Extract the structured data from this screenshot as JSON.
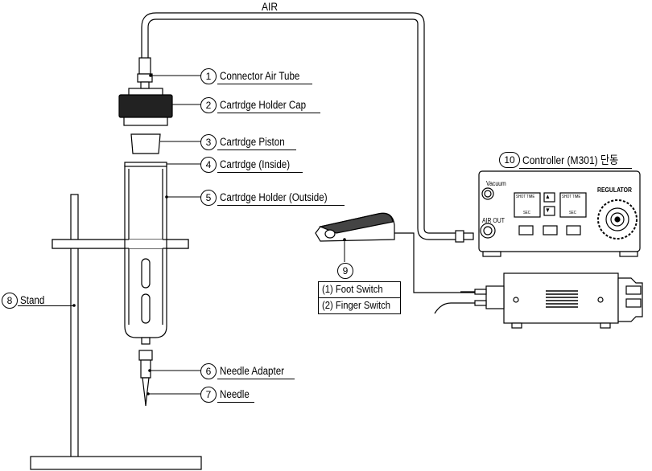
{
  "air_label": "AIR",
  "parts": [
    {
      "num": "1",
      "label": "Connector Air Tube"
    },
    {
      "num": "2",
      "label": "Cartrdge Holder Cap"
    },
    {
      "num": "3",
      "label": "Cartrdge Piston"
    },
    {
      "num": "4",
      "label": "Cartrdge (Inside)"
    },
    {
      "num": "5",
      "label": "Cartrdge Holder (Outside)"
    },
    {
      "num": "6",
      "label": "Needle Adapter"
    },
    {
      "num": "7",
      "label": "Needle"
    },
    {
      "num": "8",
      "label": "Stand"
    },
    {
      "num": "9",
      "label": ""
    },
    {
      "num": "10",
      "label": "Controller (M301) 단동"
    }
  ],
  "switch_options": [
    "(1) Foot Switch",
    "(2) Finger Switch"
  ],
  "controller_panel": {
    "vacuum": "Vacuum",
    "air_out": "AIR OUT",
    "shot_time": "SHOT TIME",
    "sec": "SEC",
    "regulator": "REGULATOR"
  }
}
